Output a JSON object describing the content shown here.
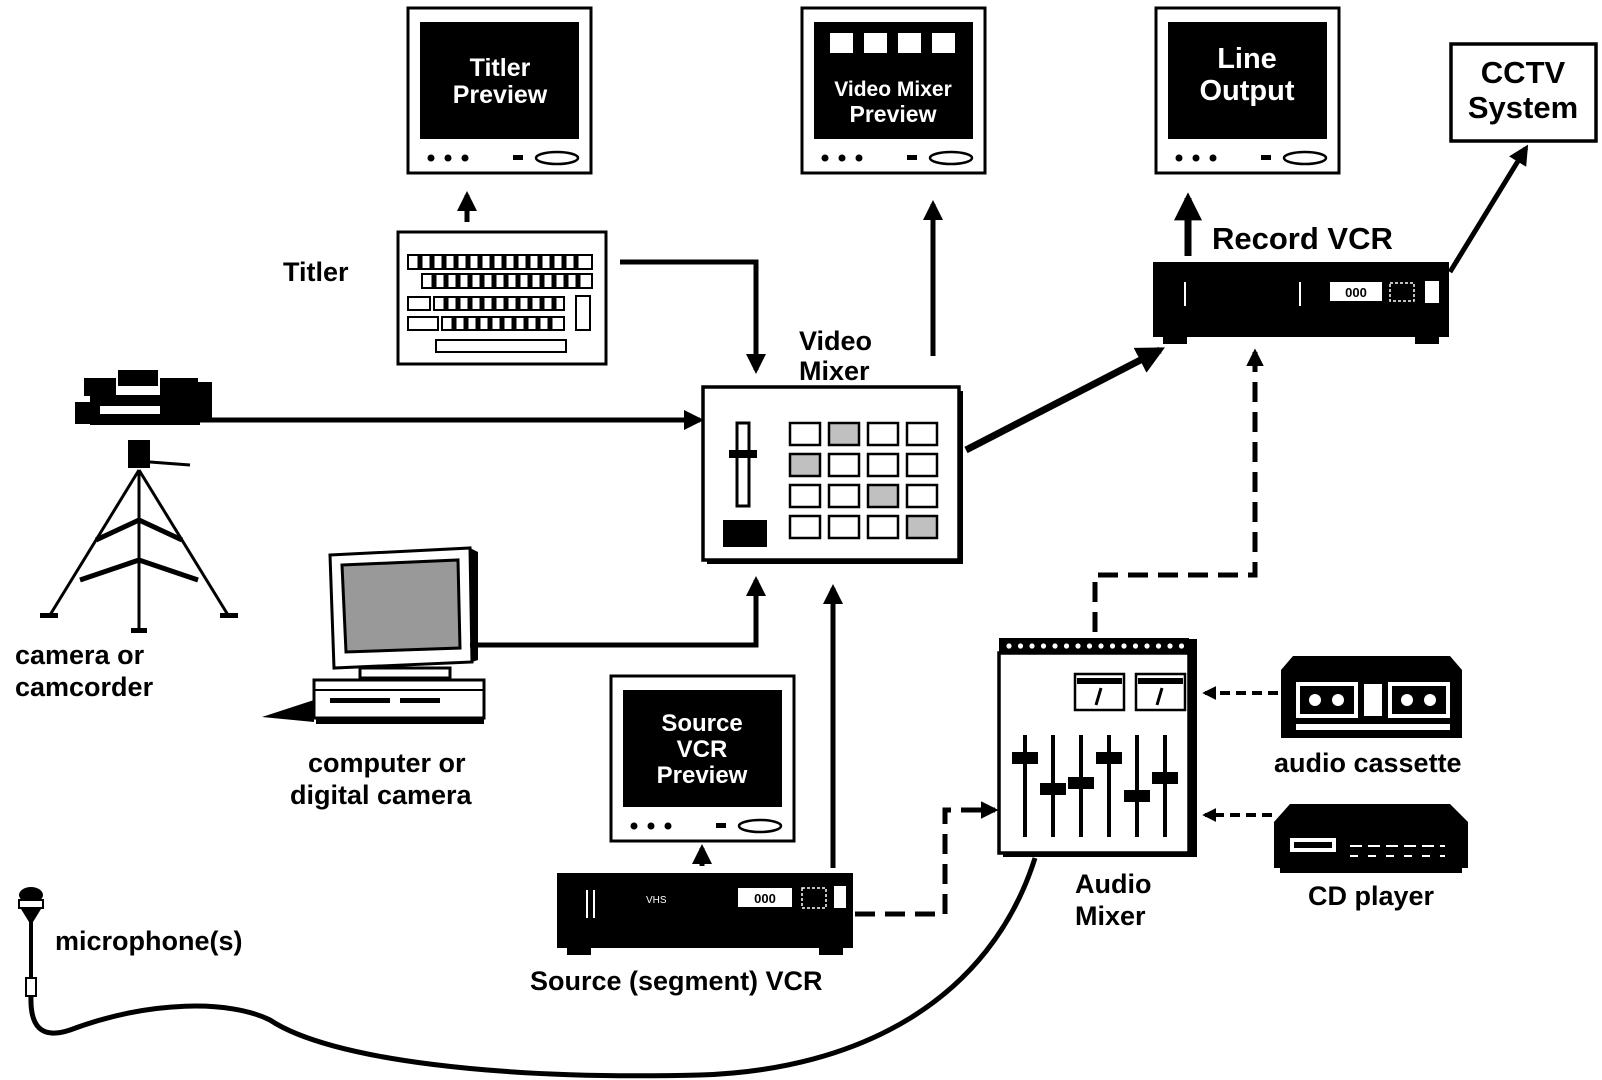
{
  "colors": {
    "ink": "#000000",
    "paper": "#ffffff",
    "key_gray": "#c0c0c0"
  },
  "labels": {
    "titler": "Titler",
    "video_mixer": [
      "Video",
      "Mixer"
    ],
    "record_vcr": "Record VCR",
    "camera": [
      "camera or",
      "camcorder"
    ],
    "computer": [
      "computer or",
      "digital camera"
    ],
    "source_vcr": "Source (segment) VCR",
    "audio_mixer": [
      "Audio",
      "Mixer"
    ],
    "audio_cassette": "audio cassette",
    "cd_player": "CD player",
    "microphone": "microphone(s)"
  },
  "monitors": {
    "titler_preview": [
      "Titler",
      "Preview"
    ],
    "video_mixer_preview": [
      "Video Mixer",
      "Preview"
    ],
    "line_output": [
      "Line",
      "Output"
    ],
    "source_vcr_preview": [
      "Source",
      "VCR",
      "Preview"
    ]
  },
  "cctv": [
    "CCTV",
    "System"
  ],
  "vcr_counter": "000",
  "vcr_brand": "VHS",
  "icons": [
    "camcorder-on-tripod-icon",
    "desktop-computer-icon",
    "keyboard-titler-icon",
    "vcr-deck-icon",
    "cassette-deck-icon",
    "cd-player-icon",
    "microphone-icon",
    "crt-monitor-icon"
  ]
}
